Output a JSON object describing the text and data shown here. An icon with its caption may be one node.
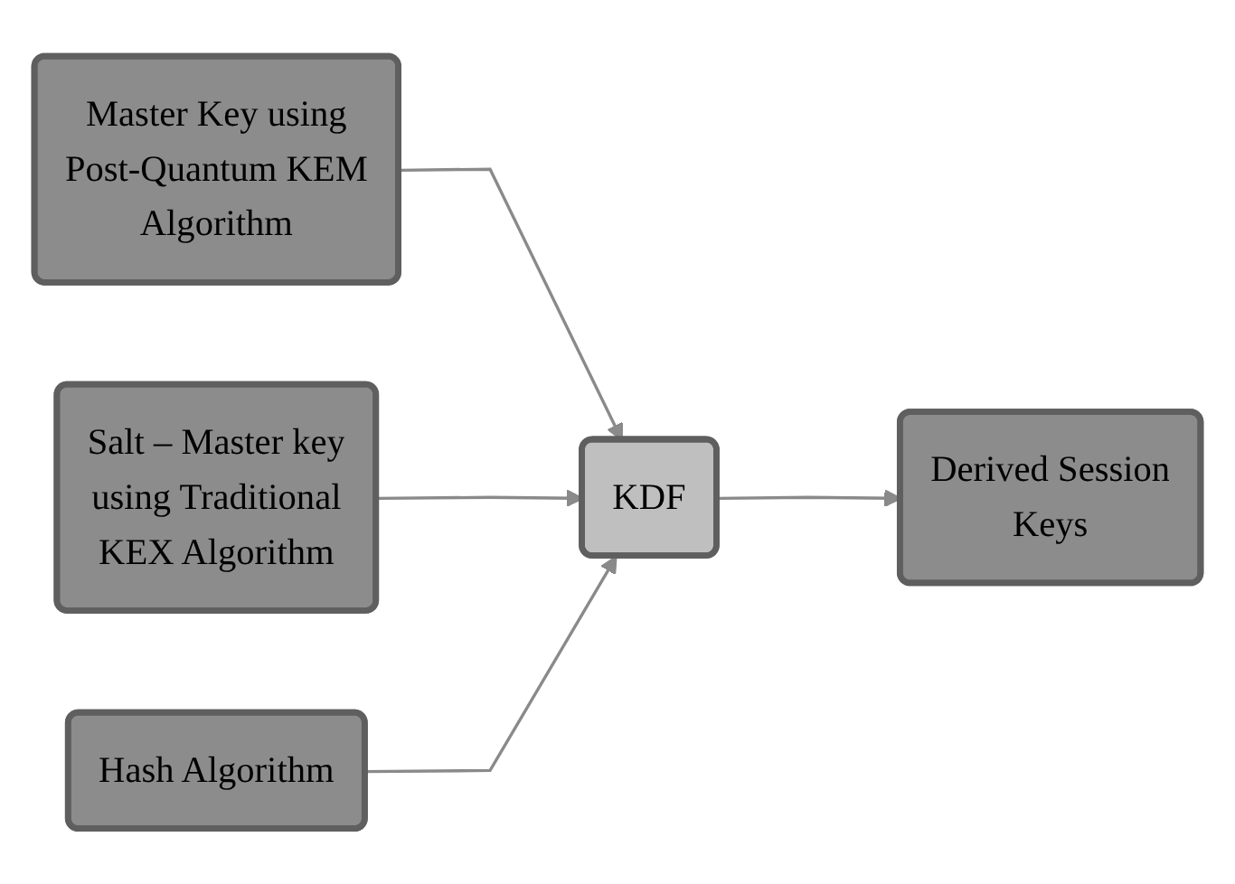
{
  "diagram": {
    "nodes": [
      {
        "text": [
          "Master Key using Post-Quantum KEM Algorithm"
        ]
      },
      {
        "text": [
          "Salt – Master key using Traditional KEX Algorithm"
        ]
      },
      {
        "text": [
          "Hash Algorithm"
        ]
      },
      {
        "text": [
          "KDF"
        ]
      },
      {
        "text": [
          "Derived Session Keys"
        ]
      }
    ],
    "edges": [
      {
        "from": 0,
        "to": 3,
        "arrow": "to"
      },
      {
        "from": 1,
        "to": 3,
        "arrow": "to"
      },
      {
        "from": 2,
        "to": 3,
        "arrow": "to"
      },
      {
        "from": 3,
        "to": 4,
        "arrow": "to"
      }
    ]
  }
}
